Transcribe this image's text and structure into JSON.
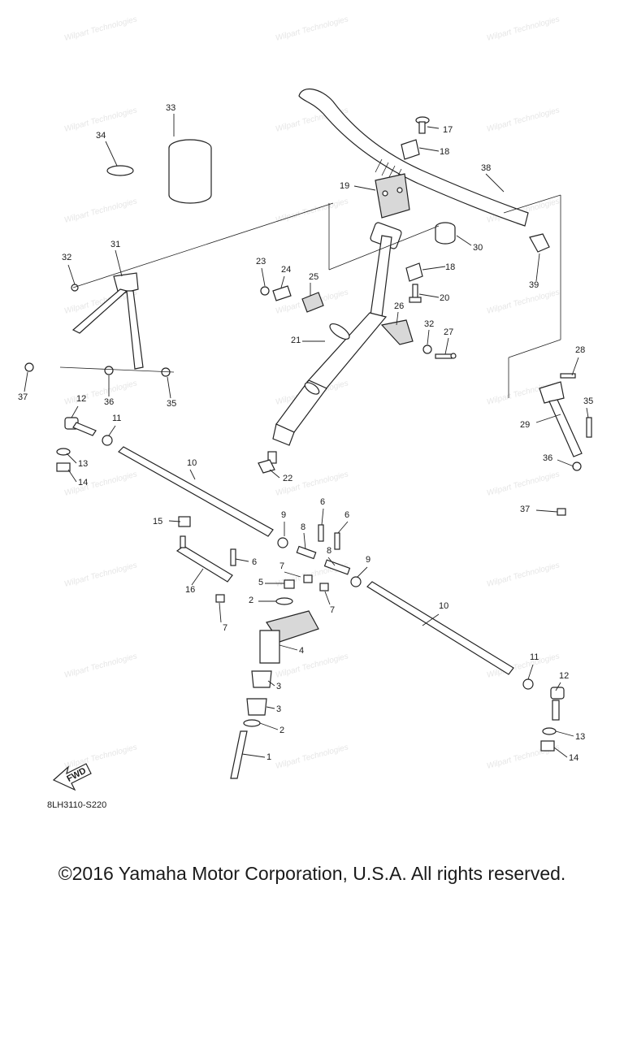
{
  "diagram": {
    "drawing_code": "8LH3110-S220",
    "fwd_label": "FWD",
    "watermark": "Wilpart Technologies",
    "callouts": [
      "1",
      "2",
      "3",
      "4",
      "5",
      "6",
      "7",
      "8",
      "9",
      "10",
      "11",
      "12",
      "13",
      "14",
      "15",
      "16",
      "17",
      "18",
      "19",
      "20",
      "21",
      "22",
      "23",
      "24",
      "25",
      "26",
      "27",
      "28",
      "29",
      "30",
      "31",
      "32",
      "33",
      "34",
      "35",
      "36",
      "37",
      "38",
      "39"
    ]
  },
  "footer": {
    "copyright": "©2016 Yamaha Motor Corporation, U.S.A. All rights reserved."
  }
}
